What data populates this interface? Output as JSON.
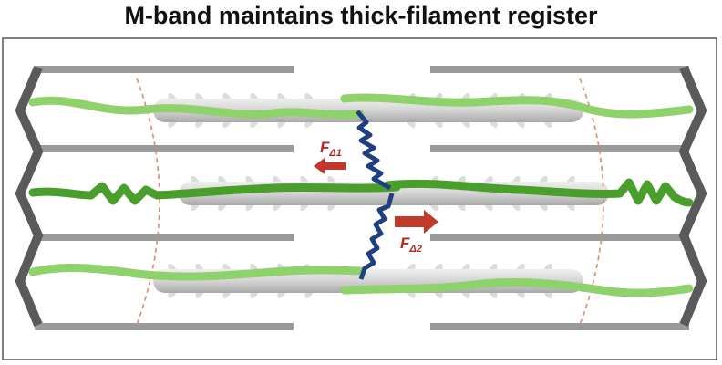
{
  "title": "M-band maintains thick-filament register",
  "labels": {
    "force1": {
      "main": "F",
      "sub": "Δ1"
    },
    "force2": {
      "main": "F",
      "sub": "Δ2"
    }
  },
  "colors": {
    "z_disc": "#5a5a5a",
    "thin_filament": "#9a9a9a",
    "thick_filament": "#d2d2d2",
    "myosin_head": "#dcdcdc",
    "titin_light": "#8fd16a",
    "titin_dark": "#4a9e2c",
    "m_band_link": "#1f3f82",
    "force_arrow": "#c0392b",
    "force_label": "#b3261e",
    "a_band_edge": "#e08a70"
  }
}
